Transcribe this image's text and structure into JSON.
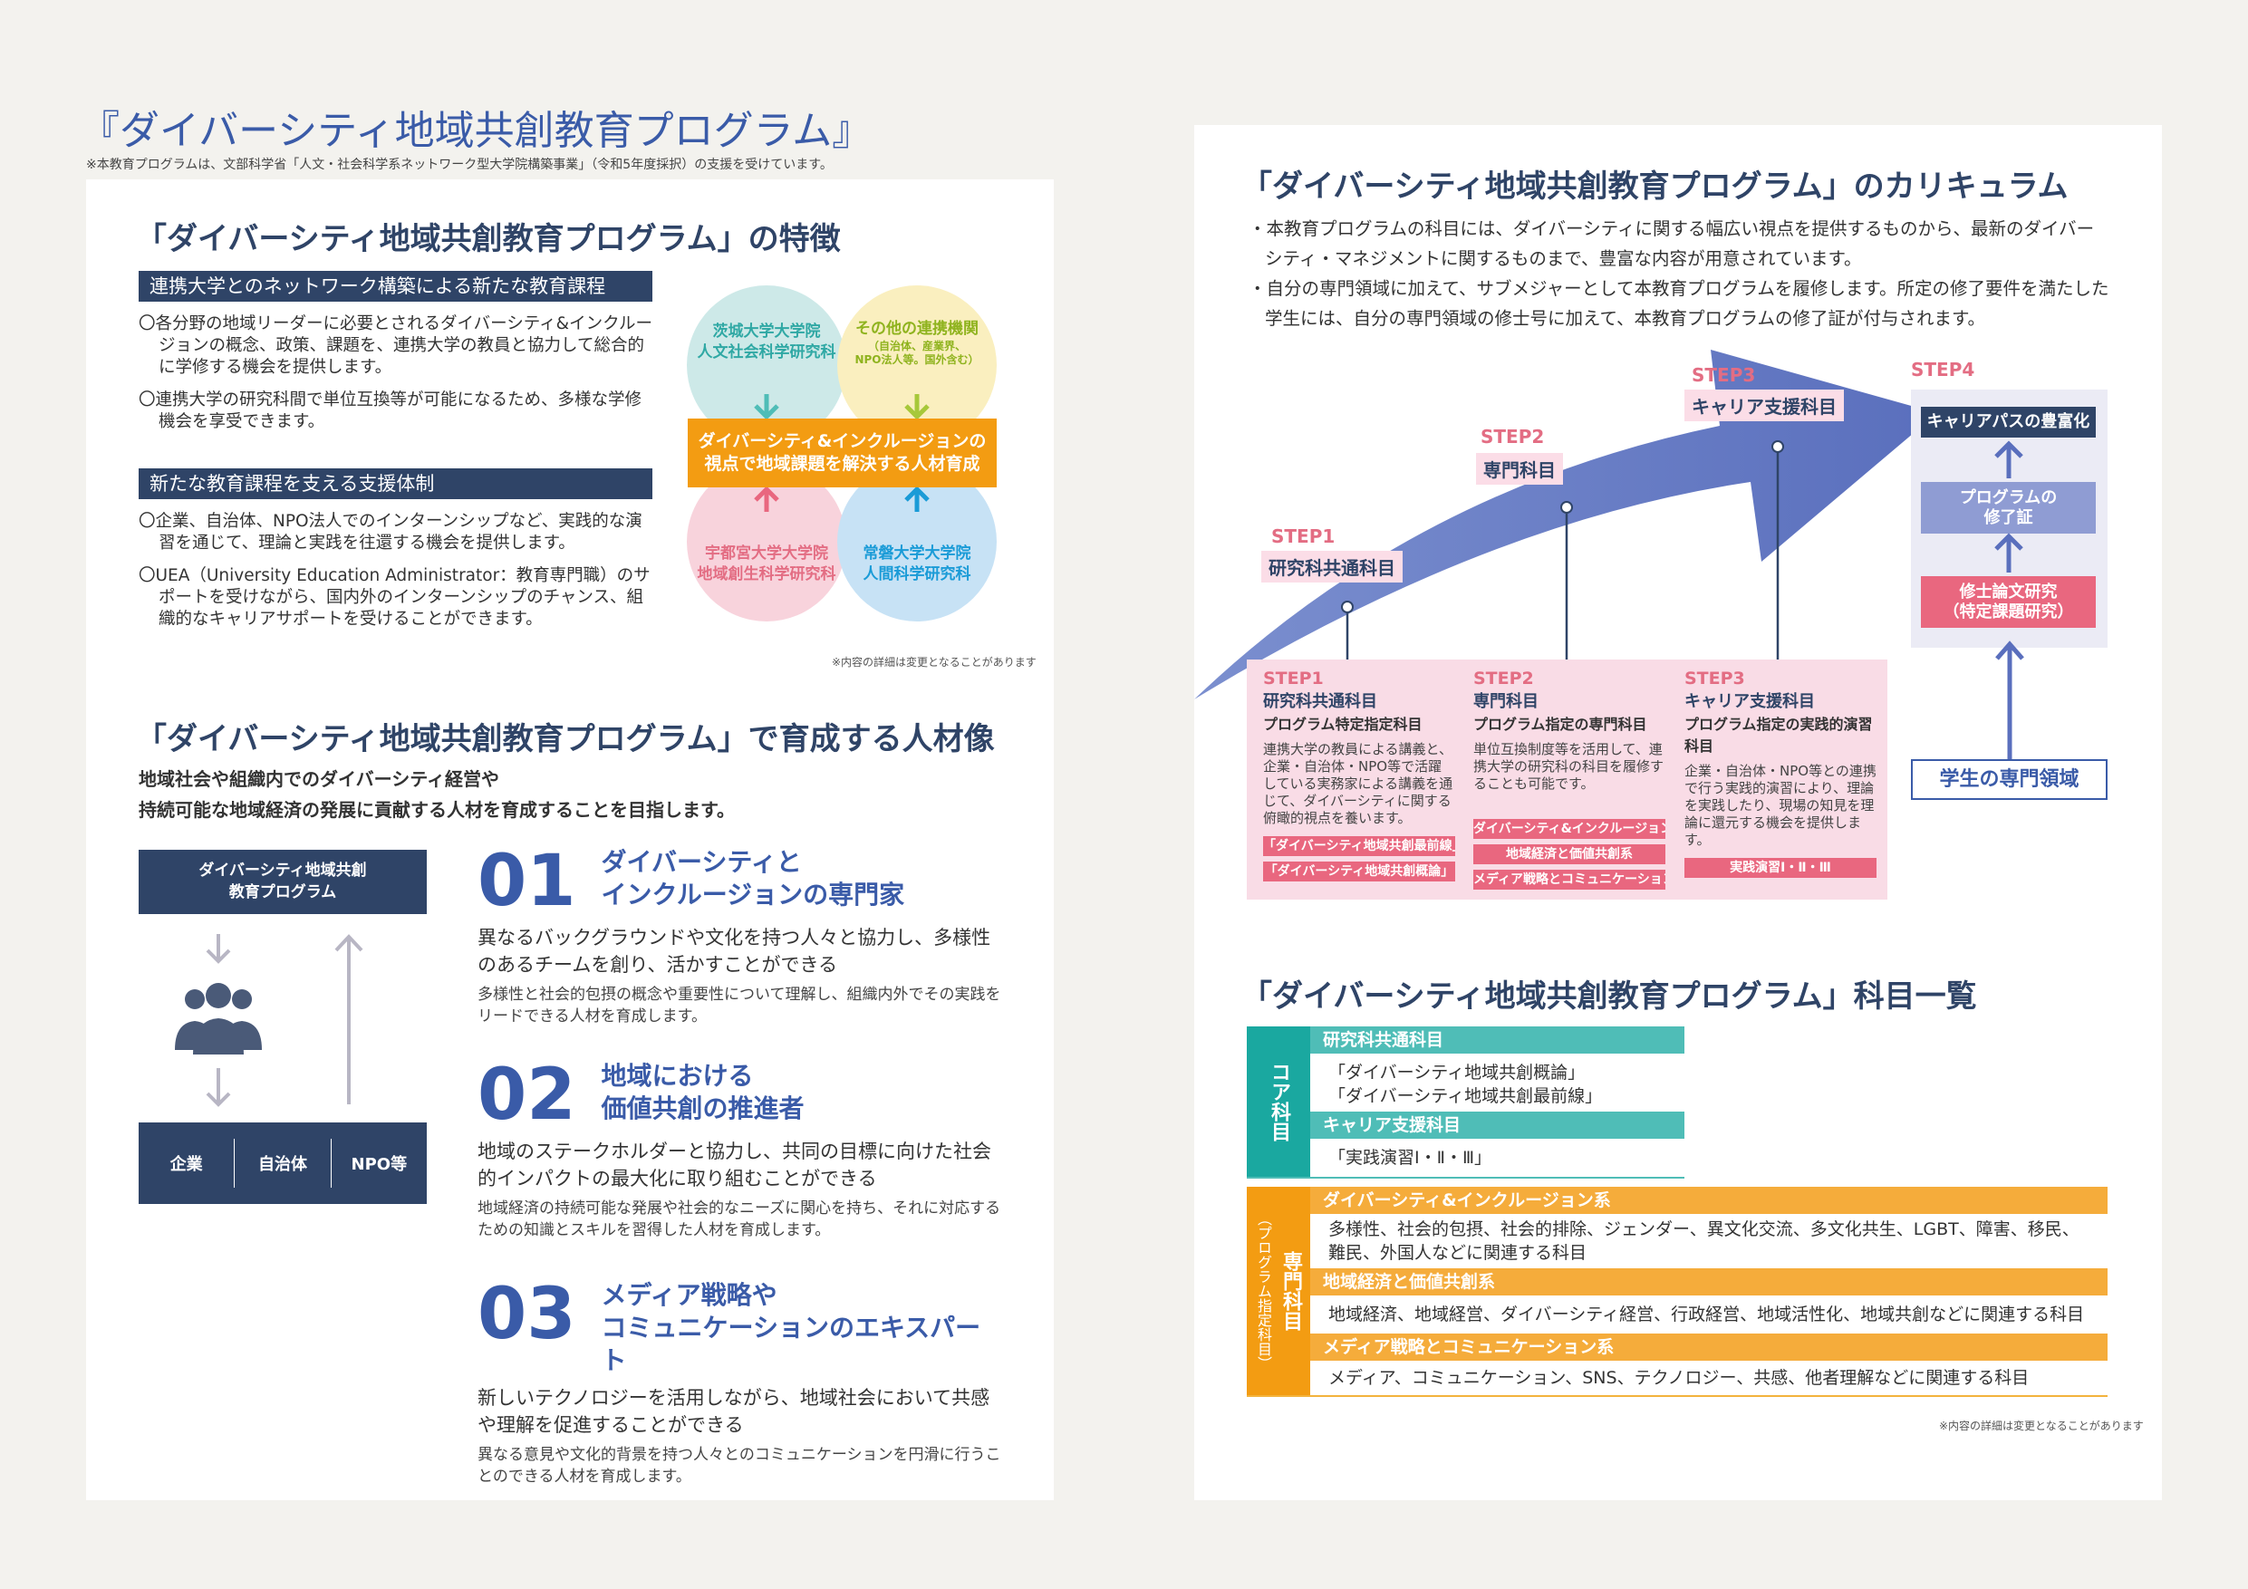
{
  "title": "『ダイバーシティ地域共創教育プログラム』",
  "note": "※本教育プログラムは、文部科学省「人文・社会科学系ネットワーク型大学院構築事業」（令和5年度採択）の支援を受けています。",
  "features": {
    "heading": "「ダイバーシティ地域共創教育プログラム」の特徴",
    "bar1": "連携大学とのネットワーク構築による新たな教育課程",
    "bullets1": [
      "〇各分野の地域リーダーに必要とされるダイバーシティ&インクルージョンの概念、政策、課題を、連携大学の教員と協力して総合的に学修する機会を提供します。",
      "〇連携大学の研究科間で単位互換等が可能になるため、多様な学修機会を享受できます。"
    ],
    "bar2": "新たな教育課程を支える支援体制",
    "bullets2": [
      "〇企業、自治体、NPO法人でのインターンシップなど、実践的な演習を通じて、理論と実践を往還する機会を提供します。",
      "〇UEA（University Education Administrator：教育専門職）のサポートを受けながら、国内外のインターンシップのチャンス、組織的なキャリアサポートを受けることができます。"
    ],
    "venn": {
      "c1": [
        "茨城大学大学院",
        "人文社会科学研究科"
      ],
      "c2": [
        "その他の連携機関",
        "（自治体、産業界、",
        "NPO法人等。国外含む）"
      ],
      "c3": [
        "宇都宮大学大学院",
        "地域創生科学研究科"
      ],
      "c4": [
        "常磐大学大学院",
        "人間科学研究科"
      ],
      "center": [
        "ダイバーシティ&インクルージョンの",
        "視点で地域課題を解決する人材育成"
      ]
    },
    "disclaimer": "※内容の詳細は変更となることがあります"
  },
  "talent": {
    "heading": "「ダイバーシティ地域共創教育プログラム」で育成する人材像",
    "intro": [
      "地域社会や組織内でのダイバーシティ経営や",
      "持続可能な地域経済の発展に貢献する人材を育成することを目指します。"
    ],
    "program_box": [
      "ダイバーシティ地域共創",
      "教育プログラム"
    ],
    "orgs": [
      "企業",
      "自治体",
      "NPO等"
    ],
    "items": [
      {
        "num": "01",
        "title": [
          "ダイバーシティと",
          "インクルージョンの専門家"
        ],
        "lead": "異なるバックグラウンドや文化を持つ人々と協力し、多様性のあるチームを創り、活かすことができる",
        "desc": "多様性と社会的包摂の概念や重要性について理解し、組織内外でその実践をリードできる人材を育成します。"
      },
      {
        "num": "02",
        "title": [
          "地域における",
          "価値共創の推進者"
        ],
        "lead": "地域のステークホルダーと協力し、共同の目標に向けた社会的インパクトの最大化に取り組むことができる",
        "desc": "地域経済の持続可能な発展や社会的なニーズに関心を持ち、それに対応するための知識とスキルを習得した人材を育成します。"
      },
      {
        "num": "03",
        "title": [
          "メディア戦略や",
          "コミュニケーションのエキスパート"
        ],
        "lead": "新しいテクノロジーを活用しながら、地域社会において共感や理解を促進することができる",
        "desc": "異なる意見や文化的背景を持つ人々とのコミュニケーションを円滑に行うことのできる人材を育成します。"
      }
    ]
  },
  "curriculum": {
    "heading": "「ダイバーシティ地域共創教育プログラム」のカリキュラム",
    "bullets": [
      "・本教育プログラムの科目には、ダイバーシティに関する幅広い視点を提供するものから、最新のダイバーシティ・マネジメントに関するものまで、豊富な内容が用意されています。",
      "・自分の専門領域に加えて、サブメジャーとして本教育プログラムを履修します。所定の修了要件を満たした学生には、自分の専門領域の修士号に加えて、本教育プログラムの修了証が付与されます。"
    ],
    "steps": [
      {
        "label": "STEP1",
        "name": "研究科共通科目",
        "sub": "プログラム特定指定科目",
        "desc": "連携大学の教員による講義と、企業・自治体・NPO等で活躍している実務家による講義を通じて、ダイバーシティに関する俯瞰的視点を養います。",
        "tags": [
          "「ダイバーシティ地域共創最前線」",
          "「ダイバーシティ地域共創概論」"
        ]
      },
      {
        "label": "STEP2",
        "name": "専門科目",
        "sub": "プログラム指定の専門科目",
        "desc": "単位互換制度等を活用して、連携大学の研究科の科目を履修することも可能です。",
        "tags": [
          "ダイバーシティ&インクルージョン系",
          "地域経済と価値共創系",
          "メディア戦略とコミュニケーション系"
        ]
      },
      {
        "label": "STEP3",
        "name": "キャリア支援科目",
        "sub": "プログラム指定の実践的演習科目",
        "desc": "企業・自治体・NPO等との連携で行う実践的演習により、理論を実践したり、現場の知見を理論に還元する機会を提供します。",
        "tags": [
          "実践演習Ⅰ・Ⅱ・Ⅲ"
        ]
      }
    ],
    "step4": {
      "label": "STEP4",
      "b1": "キャリアパスの豊富化",
      "b2": [
        "プログラムの",
        "修了証"
      ],
      "b3": [
        "修士論文研究",
        "（特定課題研究）"
      ],
      "base": "学生の専門領域"
    }
  },
  "courses": {
    "heading": "「ダイバーシティ地域共創教育プログラム」科目一覧",
    "core": {
      "side": "コア科目",
      "groups": [
        {
          "head": "研究科共通科目",
          "rows": [
            "「ダイバーシティ地域共創概論」",
            "「ダイバーシティ地域共創最前線」"
          ]
        },
        {
          "head": "キャリア支援科目",
          "rows": [
            "「実践演習Ⅰ・Ⅱ・Ⅲ」"
          ]
        }
      ]
    },
    "spec": {
      "side": "専門科目",
      "side2": "（プログラム指定科目）",
      "groups": [
        {
          "head": "ダイバーシティ&インクルージョン系",
          "rows": [
            "多様性、社会的包摂、社会的排除、ジェンダー、異文化交流、多文化共生、LGBT、障害、移民、難民、外国人などに関連する科目"
          ]
        },
        {
          "head": "地域経済と価値共創系",
          "rows": [
            "地域経済、地域経営、ダイバーシティ経営、行政経営、地域活性化、地域共創などに関連する科目"
          ]
        },
        {
          "head": "メディア戦略とコミュニケーション系",
          "rows": [
            "メディア、コミュニケーション、SNS、テクノロジー、共感、他者理解などに関連する科目"
          ]
        }
      ]
    },
    "disclaimer": "※内容の詳細は変更となることがあります"
  },
  "colors": {
    "navy": "#2f4467",
    "blue": "#3a5ba8",
    "teal": "#4fbdb7",
    "orange": "#f39c12",
    "pink": "#e9677f"
  }
}
